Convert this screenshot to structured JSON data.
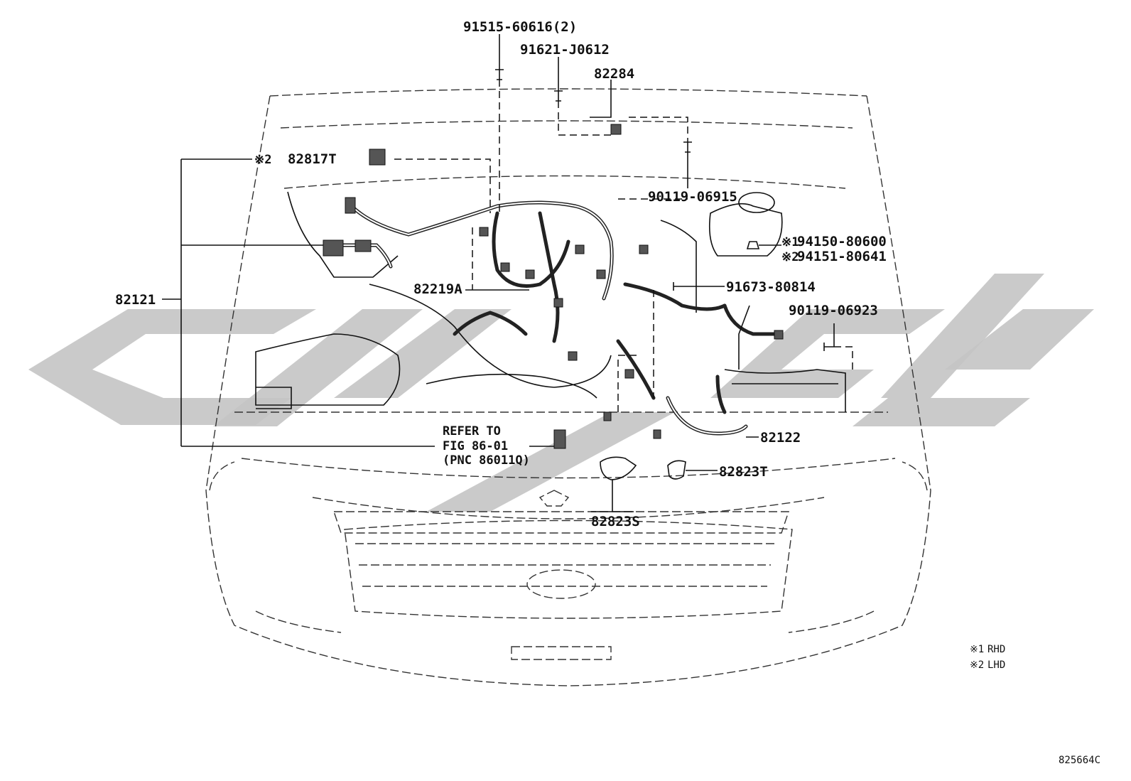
{
  "diagram": {
    "callouts": [
      {
        "id": "c1",
        "text": "91515-60616(2)"
      },
      {
        "id": "c2",
        "text": "91621-J0612"
      },
      {
        "id": "c3",
        "text": "82284"
      },
      {
        "id": "c4",
        "mark": "※2",
        "text": "82817T"
      },
      {
        "id": "c5",
        "text": "90119-06915"
      },
      {
        "id": "c6",
        "mark": "※1",
        "text": "94150-80600"
      },
      {
        "id": "c7",
        "mark": "※2",
        "text": "94151-80641"
      },
      {
        "id": "c8",
        "text": "91673-80814"
      },
      {
        "id": "c9",
        "text": "90119-06923"
      },
      {
        "id": "c10",
        "text": "82121"
      },
      {
        "id": "c11",
        "text": "82219A"
      },
      {
        "id": "c12",
        "text": "82122"
      },
      {
        "id": "c13",
        "text": "82823T"
      },
      {
        "id": "c14",
        "text": "82823S"
      }
    ],
    "reference": {
      "line1": "REFER TO",
      "line2": "FIG 86-01",
      "line3": "(PNC 86011Q)"
    },
    "legend": [
      {
        "mark": "※1",
        "text": "RHD"
      },
      {
        "mark": "※2",
        "text": "LHD"
      }
    ],
    "figure_code": "825664C"
  }
}
